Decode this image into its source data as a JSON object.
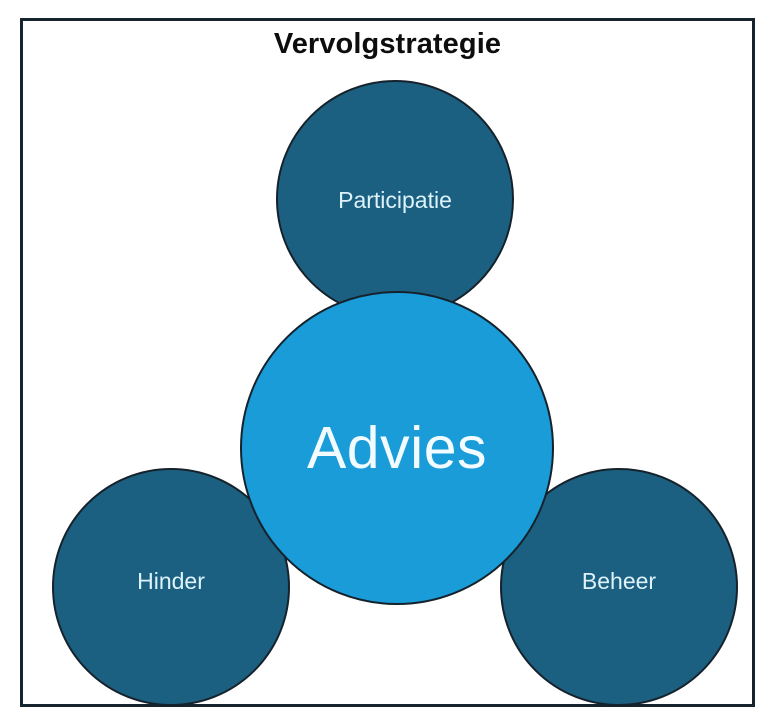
{
  "diagram": {
    "title": "Vervolgstrategie",
    "type": "hub-and-spoke-circles",
    "background_color": "#ffffff",
    "frame_border_color": "#16242e",
    "title_color": "#0d0d0d",
    "center_node": {
      "id": "advies",
      "label": "Advies",
      "fill_color": "#199cd8",
      "border_color": "#15222c",
      "text_color": "#f2fbff"
    },
    "satellite_nodes": [
      {
        "id": "participatie",
        "label": "Participatie",
        "position": "top",
        "fill_color": "#1c6081",
        "border_color": "#15222c",
        "text_color": "#ddf2fb"
      },
      {
        "id": "hinder",
        "label": "Hinder",
        "position": "bottom-left",
        "fill_color": "#1c6081",
        "border_color": "#15222c",
        "text_color": "#ddf2fb"
      },
      {
        "id": "beheer",
        "label": "Beheer",
        "position": "bottom-right",
        "fill_color": "#1c6081",
        "border_color": "#15222c",
        "text_color": "#ddf2fb"
      }
    ]
  }
}
